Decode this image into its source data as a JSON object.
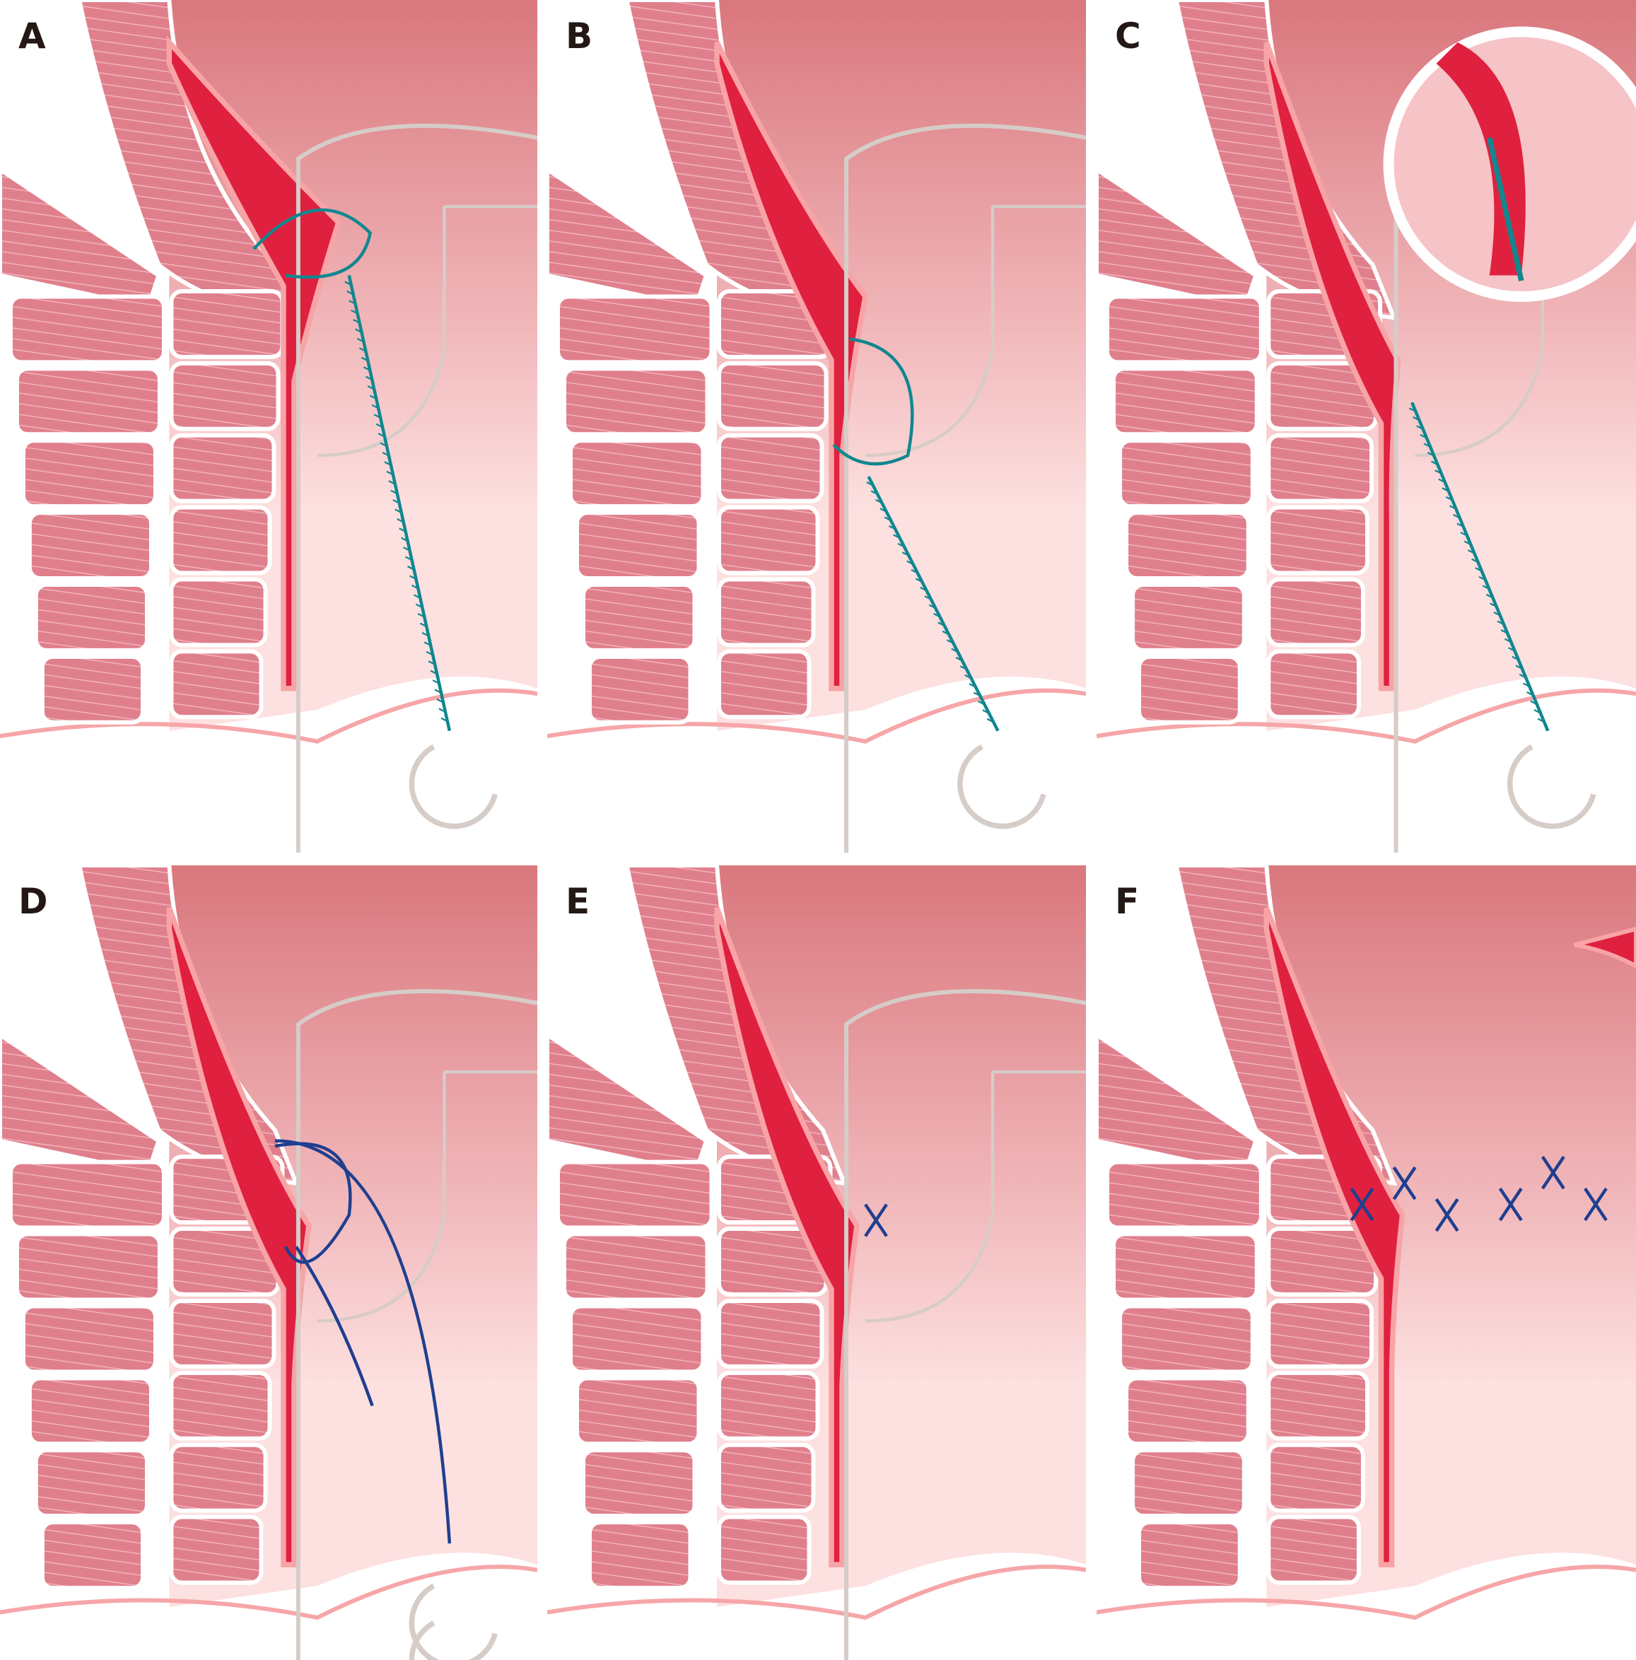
{
  "figure": {
    "panels": [
      {
        "label": "A",
        "stage": "running-suture-start"
      },
      {
        "label": "B",
        "stage": "suture-loop-tighten"
      },
      {
        "label": "C",
        "stage": "knot-with-magnified-inset"
      },
      {
        "label": "D",
        "stage": "second-suture-passed"
      },
      {
        "label": "E",
        "stage": "second-suture-tied"
      },
      {
        "label": "F",
        "stage": "circumferential-result"
      }
    ],
    "colors": {
      "muscle": "#e07f8c",
      "mucosa_red": "#e0203f",
      "lumen_top": "#d9777d",
      "lumen_light": "#fde0e0",
      "suture_teal": "#11878f",
      "suture_blue": "#1f3f8f",
      "anoscope_grey": "#d6ccc8",
      "label": "#231815"
    }
  }
}
